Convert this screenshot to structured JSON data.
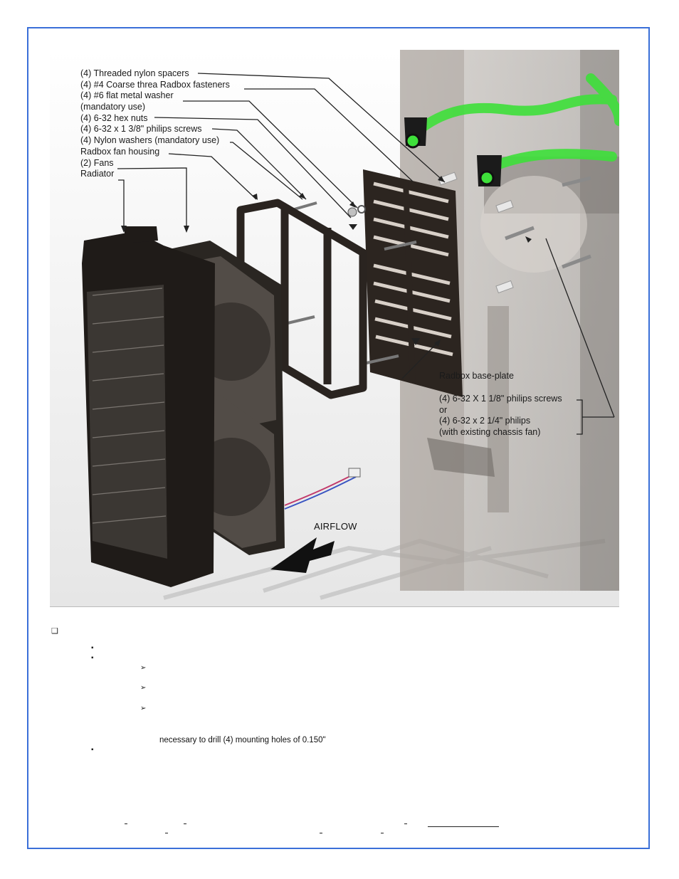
{
  "figure": {
    "labels_left": [
      "(4) Threaded nylon spacers",
      "(4) #4 Coarse threa Radbox fasteners",
      "(4) #6 flat metal washer",
      "(mandatory use)",
      "(4) 6-32 hex nuts",
      "(4) 6-32 x 1 3/8\" philips screws",
      "(4) Nylon washers (mandatory use)",
      "Radbox fan housing",
      "(2) Fans",
      "Radiator"
    ],
    "label_baseplate": "Radbox base-plate",
    "labels_screws": [
      "(4) 6-32 X 1 1/8\" philips screws",
      "or",
      "(4) 6-32 x 2 1/4\" philips",
      "(with existing chassis fan)"
    ],
    "airflow_label": "AIRFLOW"
  },
  "text": {
    "drill_note": "necessary to drill (4) mounting holes of 0.150\""
  },
  "bullets": {
    "checkbox": "❑",
    "square": "▪",
    "arrow": "➢"
  },
  "colors": {
    "frame": "#3a6fd8",
    "tubing": "#3ee03a"
  }
}
